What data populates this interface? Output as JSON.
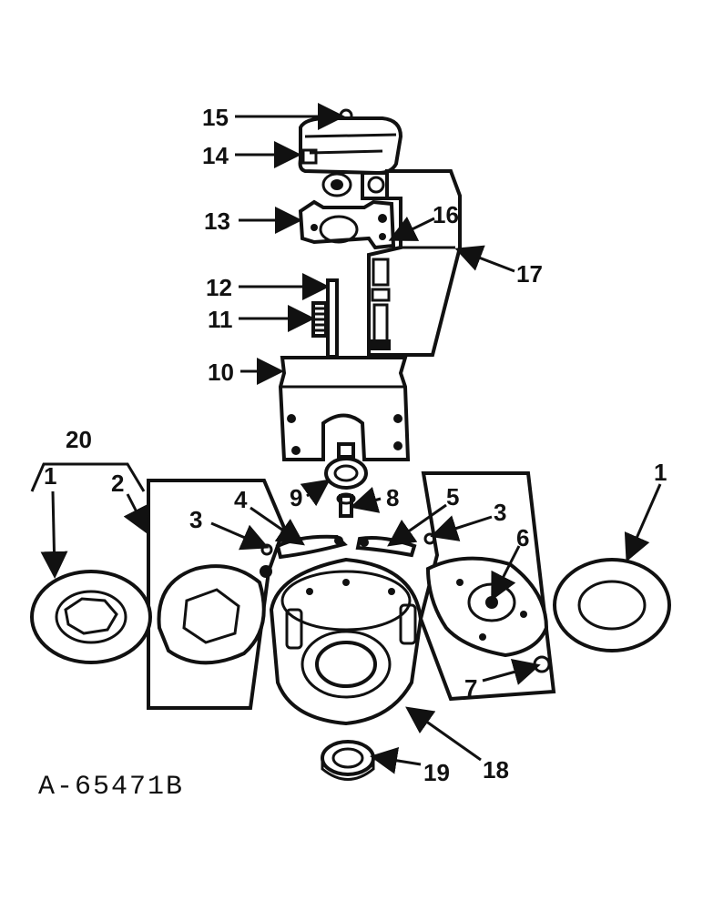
{
  "diagram": {
    "code": "A-65471B",
    "callouts": [
      "1",
      "2",
      "3",
      "4",
      "5",
      "3",
      "6",
      "7",
      "8",
      "9",
      "10",
      "11",
      "12",
      "13",
      "14",
      "15",
      "16",
      "17",
      "18",
      "19",
      "20",
      "1"
    ]
  }
}
